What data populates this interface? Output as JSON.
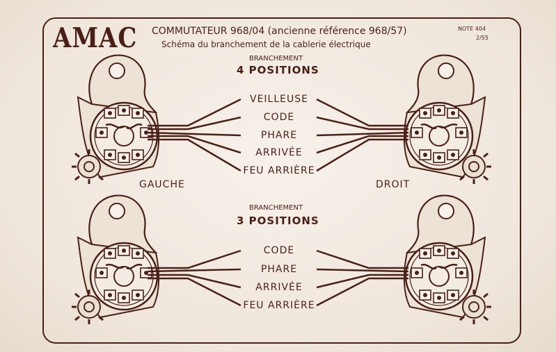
{
  "header": {
    "logo": "AMAC",
    "title": "COMMUTATEUR 968/04 (ancienne référence 968/57)",
    "subtitle": "Schéma du branchement de la cablerie électrique",
    "note_line1": "NOTE 404",
    "note_line2": "2/55"
  },
  "section_top": {
    "caption": "BRANCHEMENT",
    "heading": "4 POSITIONS",
    "labels": [
      "VEILLEUSE",
      "CODE",
      "PHARE",
      "ARRIVÉE",
      "FEU ARRIÈRE"
    ]
  },
  "section_bottom": {
    "caption": "BRANCHEMENT",
    "heading": "3 POSITIONS",
    "labels": [
      "CODE",
      "PHARE",
      "ARRIVÉE",
      "FEU ARRIÈRE"
    ]
  },
  "sides": {
    "left": "GAUCHE",
    "right": "DROIT"
  },
  "colors": {
    "ink": "#4a1f16",
    "paper": "#f2ebe2"
  }
}
